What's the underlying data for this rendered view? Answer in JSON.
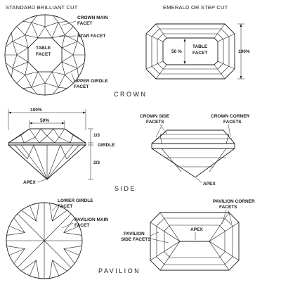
{
  "headings": {
    "brilliant": "STANDARD BRILLIANT CUT",
    "emerald": "EMERALD OR STEP CUT"
  },
  "sections": {
    "crown": "CROWN",
    "side": "SIDE",
    "pavilion": "PAVILION"
  },
  "labels": {
    "crown_main_facet_1": "CROWN MAIN",
    "crown_main_facet_2": "FACET",
    "star_facet": "STAR FACET",
    "table_facet_1": "TABLE",
    "table_facet_2": "FACET",
    "upper_girdle_1": "UPPER GIRDLE",
    "upper_girdle_2": "FACET",
    "emerald_table_1": "TABLE",
    "emerald_table_2": "FACET",
    "emerald_table_pct": "50 %",
    "emerald_width_pct": "100%",
    "side_width_pct": "100%",
    "side_table_pct": "50%",
    "side_crown_ratio": "1/3",
    "girdle": "GIRDLE",
    "side_pavilion_ratio": "2/3",
    "apex_side_left": "APEX",
    "crown_side_facets_1": "CROWN SIDE",
    "crown_side_facets_2": "FACETS",
    "crown_corner_facets_1": "CROWN CORNER",
    "crown_corner_facets_2": "FACETS",
    "apex_side_right": "APEX",
    "lower_girdle_1": "LOWER GIRDLE",
    "lower_girdle_2": "FACET",
    "pavilion_main_1": "PAVILION MAIN",
    "pavilion_main_2": "FACET",
    "pavilion_corner_1": "PAVILION CORNER",
    "pavilion_corner_2": "FACETS",
    "apex_pavilion": "APEX",
    "pavilion_side_1": "PAVILION",
    "pavilion_side_2": "SIDE FACETS"
  }
}
